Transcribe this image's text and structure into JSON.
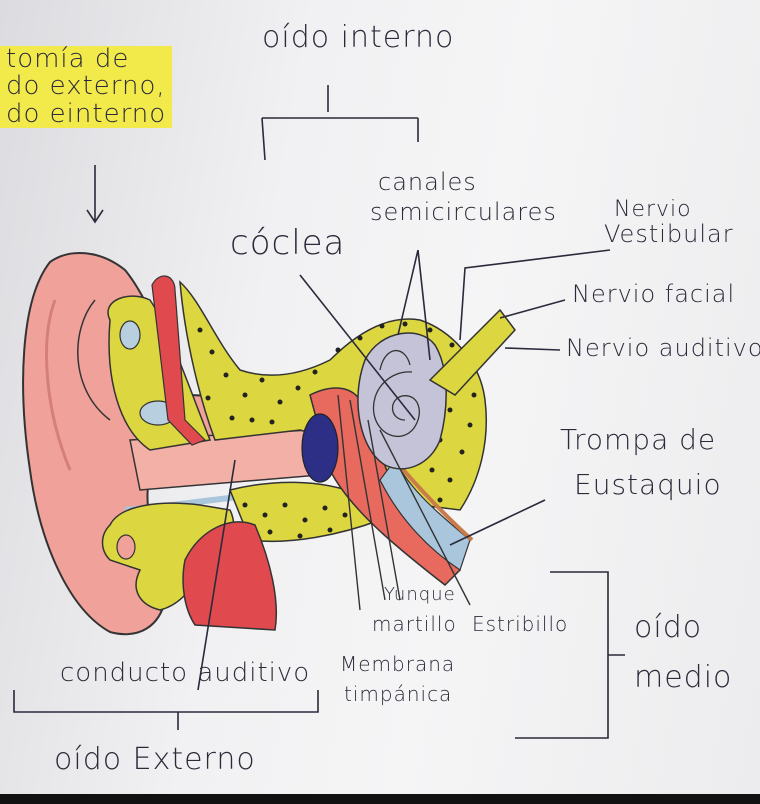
{
  "header_note": {
    "line1": "tomía de",
    "line2": "do externo,",
    "line3": "do einterno"
  },
  "labels": {
    "oido_interno": "oído interno",
    "coclea": "cóclea",
    "canales_1": "canales",
    "canales_2": "semicirculares",
    "nervio_vest_1": "Nervio",
    "nervio_vest_2": "Vestibular",
    "nervio_facial": "Nervio facial",
    "nervio_auditivo": "Nervio auditivo",
    "trompa_1": "Trompa de",
    "trompa_2": "Eustaquio",
    "yunque": "Yunque",
    "martillo": "martillo",
    "estribillo": "Estribillo",
    "membrana_1": "Membrana",
    "membrana_2": "timpánica",
    "conducto": "conducto auditivo",
    "oido_medio_1": "oído",
    "oido_medio_2": "medio",
    "oido_externo": "oído Externo"
  },
  "colors": {
    "skin": "#f0a29a",
    "skin_dark": "#e58a86",
    "yellow": "#dcd640",
    "red": "#e04a4f",
    "blue_dark": "#2d2f86",
    "lavender": "#c4c3d8",
    "ink": "#2a2a3a",
    "highlight": "#f2e94a"
  }
}
